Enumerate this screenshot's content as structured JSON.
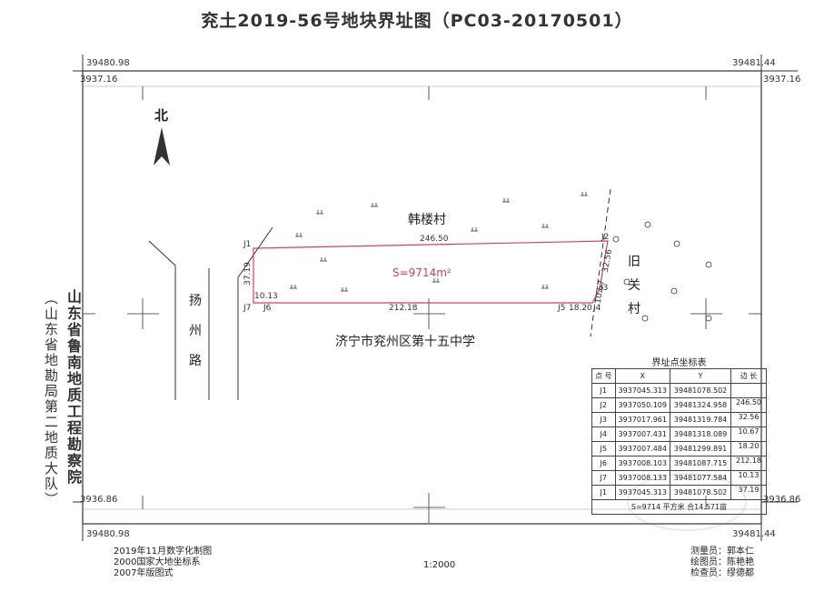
{
  "title": "兖土2019-56号地块界址图（PC03-20170501）",
  "frame": {
    "top_left_y": "39480.98",
    "top_left_x": "3937.16",
    "top_right_y": "39481.44",
    "top_right_x": "3937.16",
    "bottom_left_x": "3936.86",
    "bottom_left_y": "39480.98",
    "bottom_right_x": "3936.86",
    "bottom_right_y": "39481.44"
  },
  "north_label": "北",
  "map_labels": {
    "village_north": "韩楼村",
    "village_east_1": "旧",
    "village_east_2": "关",
    "village_east_3": "村",
    "road_1": "扬",
    "road_2": "州",
    "road_3": "路",
    "school": "济宁市兖州区第十五中学",
    "area": "S=9714m²"
  },
  "points": {
    "J1": "J1",
    "J2": "J2",
    "J3": "J3",
    "J4": "J4",
    "J5": "J5",
    "J6": "J6",
    "J7": "J7"
  },
  "edge_lengths": {
    "top": "246.50",
    "right_upper": "32.56",
    "right_lower": "10.67",
    "bottom_right": "18.20",
    "bottom": "212.18",
    "left_small": "10.13",
    "left": "37.19"
  },
  "side_text": {
    "col1": "山东省鲁南地质工程勘察院",
    "col2": "（山东省地勘局第二地质大队）"
  },
  "table": {
    "title": "界址点坐标表",
    "headers": [
      "点 号",
      "X",
      "Y",
      "边 长"
    ],
    "rows": [
      {
        "pt": "J1",
        "x": "3937045.313",
        "y": "39481078.502"
      },
      {
        "pt": "J2",
        "x": "3937050.109",
        "y": "39481324.958"
      },
      {
        "pt": "J3",
        "x": "3937017.961",
        "y": "39481319.784"
      },
      {
        "pt": "J4",
        "x": "3937007.431",
        "y": "39481318.089"
      },
      {
        "pt": "J5",
        "x": "3937007.484",
        "y": "39481299.891"
      },
      {
        "pt": "J6",
        "x": "3937008.103",
        "y": "39481087.715"
      },
      {
        "pt": "J7",
        "x": "3937008.133",
        "y": "39481077.584"
      },
      {
        "pt": "J1",
        "x": "3937045.313",
        "y": "39481078.502"
      }
    ],
    "lengths": [
      "246.50",
      "32.56",
      "10.67",
      "18.20",
      "212.18",
      "10.13",
      "37.19"
    ],
    "footer": "S=9714  平方米  合14.571亩"
  },
  "footer_left": {
    "line1": "2019年11月数字化制图",
    "line2": "2000国家大地坐标系",
    "line3": "2007年版图式"
  },
  "scale": "1:2000",
  "footer_right": {
    "line1": "测量员：郭本仁",
    "line2": "绘图员：陈艳艳",
    "line3": "检查员：缪德都"
  },
  "colors": {
    "parcel": "#d8405a",
    "lines": "#333333"
  }
}
